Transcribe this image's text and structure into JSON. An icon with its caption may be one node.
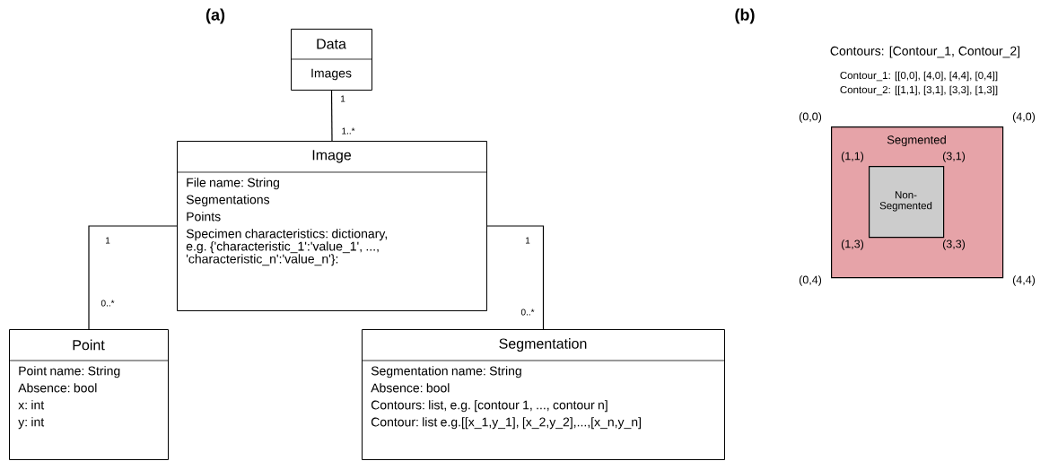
{
  "diagram": {
    "nodes": [
      {
        "text": [
          "Data",
          "Images"
        ]
      },
      {
        "text": [
          "Image",
          "File name: String",
          "Segmentations",
          "Points",
          "Specimen characteristics: dictionary, e.g. {'characteristic_1':'value_1', ..., 'characteristic_n':'value_n'}:"
        ]
      },
      {
        "text": [
          "Point",
          "Point name: String",
          "Absence: bool",
          "x: int",
          "y: int"
        ]
      },
      {
        "text": [
          "Segmentation",
          "Segmentation name: String",
          "Absence: bool",
          "Contours: list, e.g. [contour 1, ..., contour n]",
          "Contour: list e.g.[[x_1,y_1], [x_2,y_2],...,[x_n,y_n]"
        ]
      },
      {
        "text": [
          "Segmented"
        ]
      },
      {
        "text": [
          "Non- Segmented"
        ],
        "in": 4
      }
    ],
    "edges": [
      {
        "from": 0,
        "to": 1,
        "arrow": "none"
      },
      {
        "from": 1,
        "to": 2,
        "arrow": "none"
      },
      {
        "from": 1,
        "to": 3,
        "arrow": "none"
      }
    ],
    "labels": [
      "(a)",
      "(b)",
      "1",
      "1..*",
      "1",
      "0..*",
      "1",
      "0..*",
      "Contours: [Contour_1, Contour_2]",
      "Contour_1: [[0,0], [4,0], [4,4], [0,4]]",
      "Contour_2: [[1,1], [3,1], [3,3], [1,3]]",
      "(0,0)",
      "(4,0)",
      "(1,1)",
      "(3,1)",
      "(1,3)",
      "(3,3)",
      "(0,4)",
      "(4,4)"
    ]
  }
}
